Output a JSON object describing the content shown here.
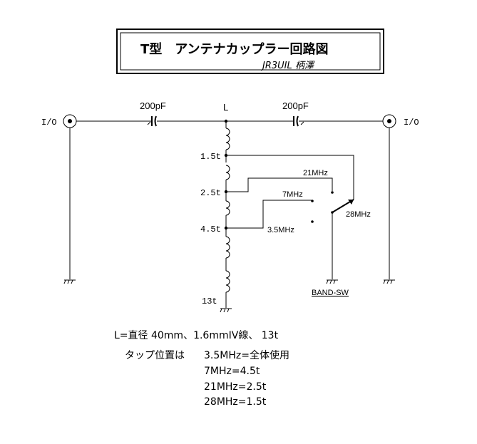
{
  "title": {
    "main": "T型　アンテナカップラー回路図",
    "author": "JR3UIL 柄澤"
  },
  "ports": {
    "left": "I/O",
    "right": "I/O"
  },
  "capacitors": {
    "left": "200pF",
    "right": "200pF"
  },
  "inductor_label": "L",
  "taps": [
    "1.5t",
    "2.5t",
    "4.5t",
    "13t"
  ],
  "switch": {
    "positions": [
      "21MHz",
      "7MHz",
      "3.5MHz",
      "28MHz"
    ],
    "label": "BAND-SW"
  },
  "notes": {
    "coil_spec": "L=直径 40mm、1.6mmIV線、 13t",
    "tap_heading": "タップ位置は",
    "tap_lines": [
      "3.5MHz=全体使用",
      "7MHz=4.5t",
      "21MHz=2.5t",
      "28MHz=1.5t"
    ]
  }
}
